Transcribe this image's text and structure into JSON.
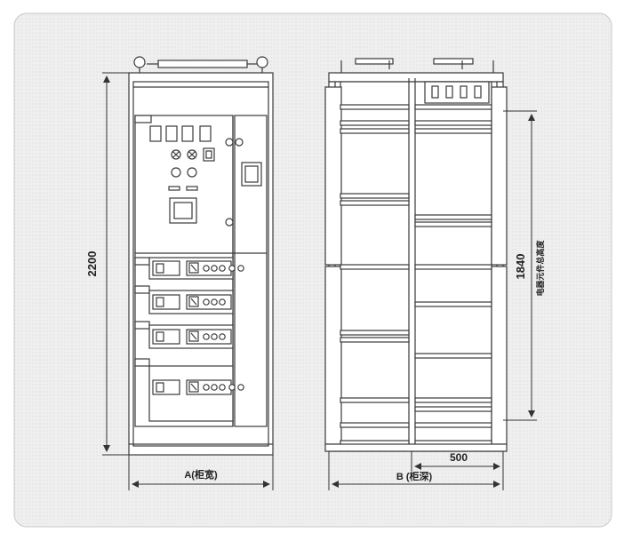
{
  "dimensions": {
    "height_total": "2200",
    "component_height": "1840",
    "component_height_caption": "电器元件总高度",
    "width_front": "A(柜宽)",
    "depth_side": "B (柜深)",
    "depth_partial": "500"
  },
  "colors": {
    "panel_bg": "#f1f1f1",
    "stroke": "#3a3a3a",
    "frame_fill": "#ffffff"
  }
}
